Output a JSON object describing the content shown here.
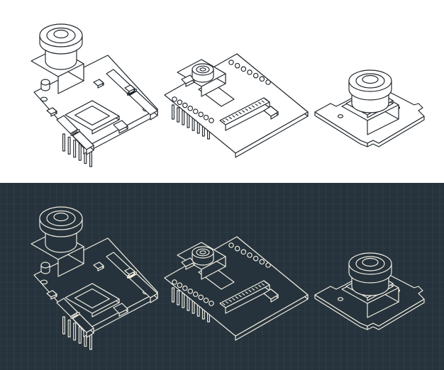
{
  "palette": {
    "light_background": "#ffffff",
    "light_line": "#1e252b",
    "dark_background": "#26333c",
    "dark_grid": "#33434e",
    "dark_line": "#f4efe2"
  },
  "panels": [
    {
      "name": "light",
      "objects": [
        "camera-dev-board",
        "camera-module-board",
        "camera-sensor-module"
      ]
    },
    {
      "name": "dark",
      "objects": [
        "camera-dev-board",
        "camera-module-board",
        "camera-sensor-module"
      ]
    }
  ]
}
